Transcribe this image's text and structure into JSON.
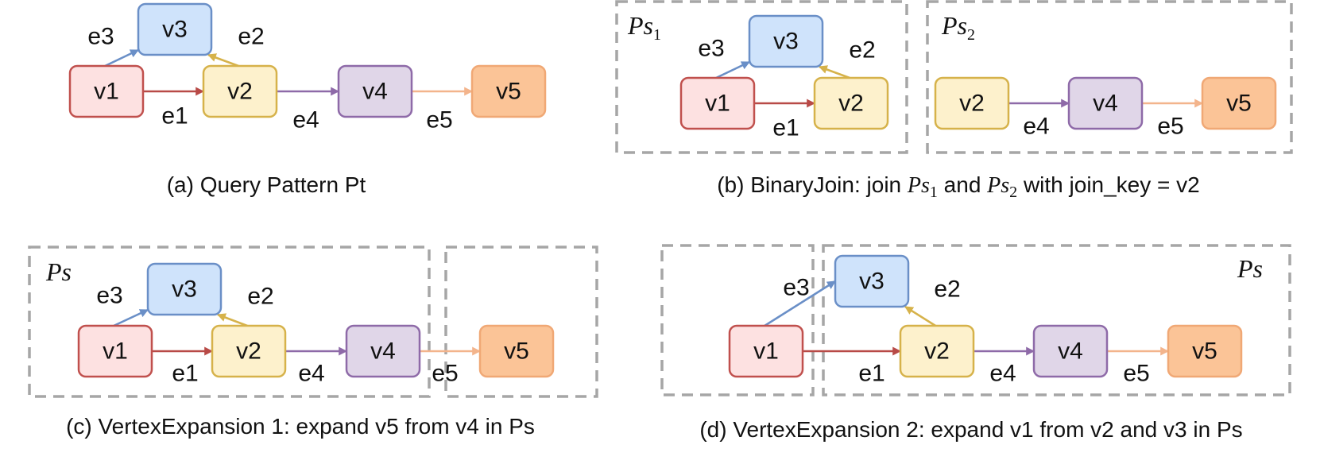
{
  "vertices": {
    "v1": {
      "label": "v1",
      "fill": "#fde1e1",
      "stroke": "#c0504d"
    },
    "v2": {
      "label": "v2",
      "fill": "#fdf1cc",
      "stroke": "#d6b24a"
    },
    "v3": {
      "label": "v3",
      "fill": "#cfe3fb",
      "stroke": "#6a8fc7"
    },
    "v4": {
      "label": "v4",
      "fill": "#e0d6e8",
      "stroke": "#8e6aa8"
    },
    "v5": {
      "label": "v5",
      "fill": "#fbc497",
      "stroke": "#f0a875"
    }
  },
  "edges": {
    "e1": {
      "label": "e1",
      "color": "#b84a47"
    },
    "e2": {
      "label": "e2",
      "color": "#d6b24a"
    },
    "e3": {
      "label": "e3",
      "color": "#6a8fc7"
    },
    "e4": {
      "label": "e4",
      "color": "#8e6aa8"
    },
    "e5": {
      "label": "e5",
      "color": "#f3b48c"
    }
  },
  "box_labels": {
    "ps_base": "Ps",
    "sub1": "1",
    "sub2": "2"
  },
  "captions": {
    "a": "(a) Query Pattern Pt",
    "b_pre": "(b) BinaryJoin: join ",
    "b_mid": " and ",
    "b_post": " with join_key = v2",
    "c": "(c) VertexExpansion 1: expand v5 from v4 in Ps",
    "d": "(d) VertexExpansion 2: expand v1 from v2 and v3 in Ps"
  },
  "colors": {
    "dashed_border": "#a6a6a6"
  }
}
